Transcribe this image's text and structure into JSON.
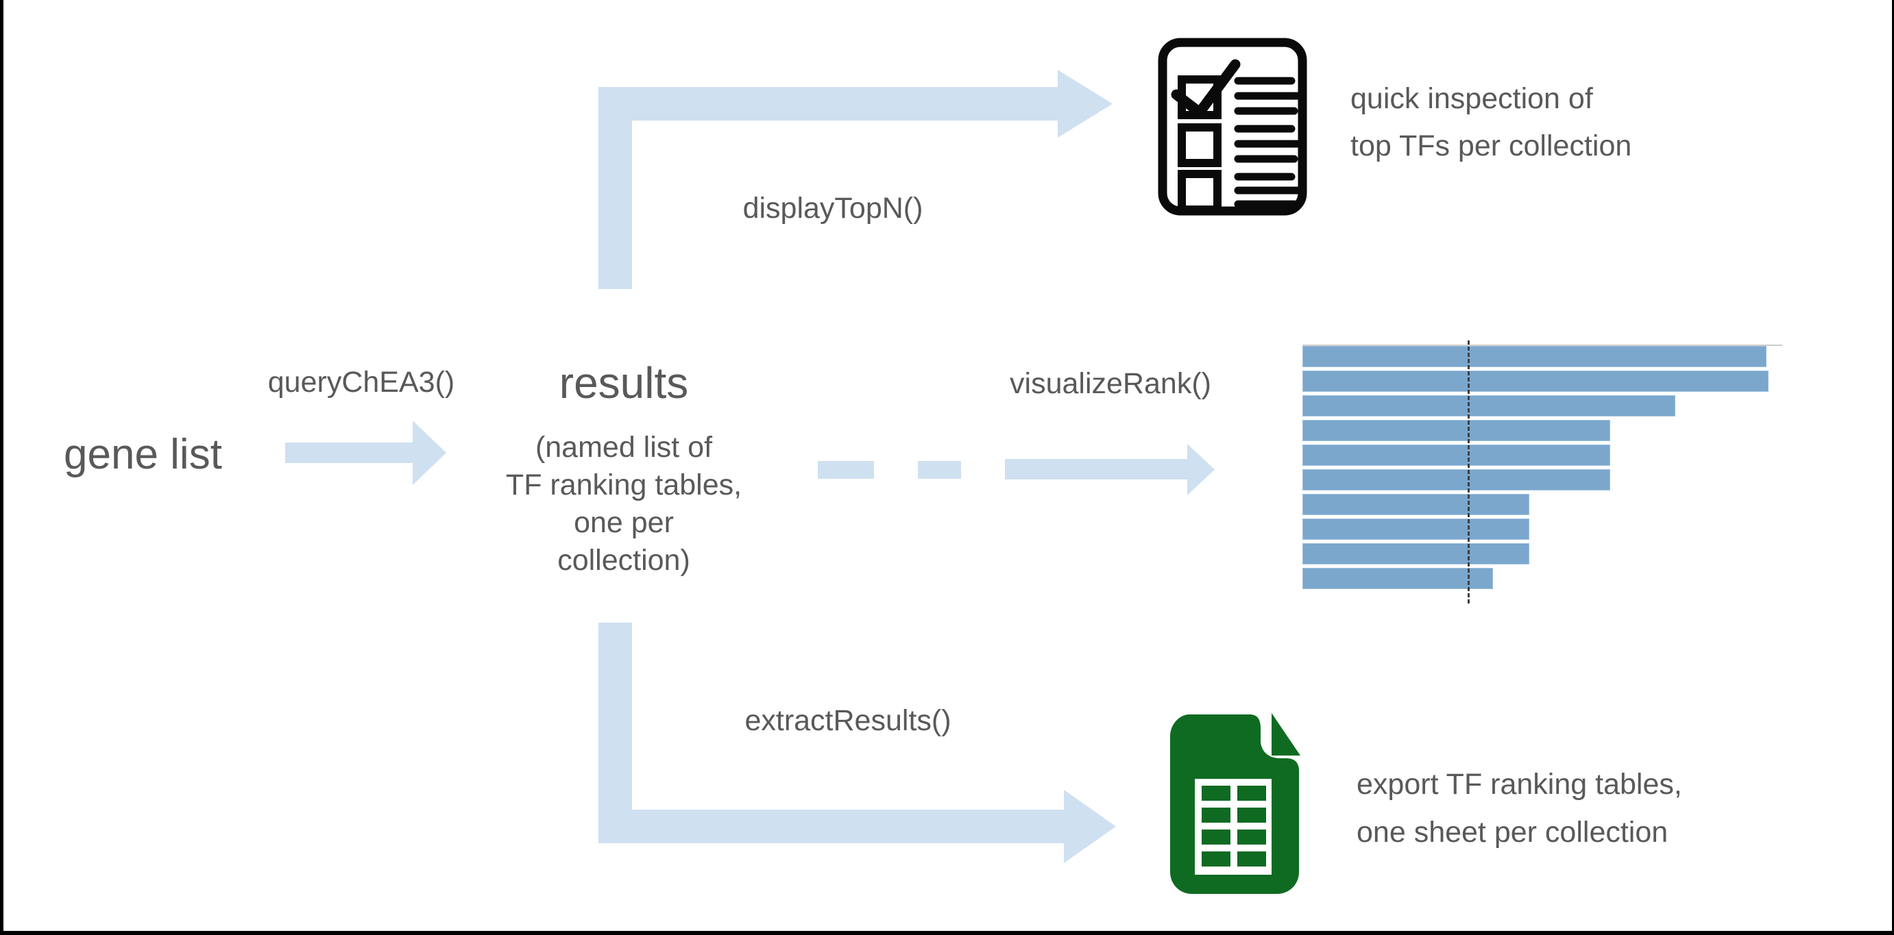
{
  "palette": {
    "arrow_blue": "#cfe0f1",
    "bar_blue": "#7ba7cd",
    "text_gray": "#595959",
    "icon_black": "#0a0a0a",
    "sheet_green": "#0f6b22"
  },
  "nodes": {
    "gene_list": {
      "label": "gene list"
    },
    "results": {
      "title": "results",
      "subtitle_lines": [
        "(named list of",
        "TF ranking tables,",
        "one per collection)"
      ]
    }
  },
  "edges": {
    "query": {
      "label": "queryChEA3()"
    },
    "display": {
      "label": "displayTopN()"
    },
    "visualize": {
      "label": "visualizeRank()"
    },
    "extract": {
      "label": "extractResults()"
    }
  },
  "outputs": {
    "inspection": {
      "icon": "checklist-icon",
      "lines": [
        "quick inspection of",
        "top TFs per collection"
      ]
    },
    "export": {
      "icon": "spreadsheet-icon",
      "lines": [
        "export TF ranking tables,",
        "one sheet per collection"
      ]
    }
  },
  "chart_data": {
    "type": "bar",
    "orientation": "horizontal",
    "title": "",
    "xlabel": "",
    "ylabel": "",
    "n_bars": 10,
    "values_rel_pct": [
      96.7,
      97.1,
      77.7,
      64.1,
      64.1,
      64.1,
      47.3,
      47.3,
      47.3,
      39.7
    ],
    "reference_line_pct": 34.4,
    "bar_color": "#7ba7cd",
    "reference_line_style": "dashed",
    "axis_labels_visible": false,
    "legend": "none",
    "note": "TF rank bar plot, one bar per collection, dashed vertical reference line"
  }
}
